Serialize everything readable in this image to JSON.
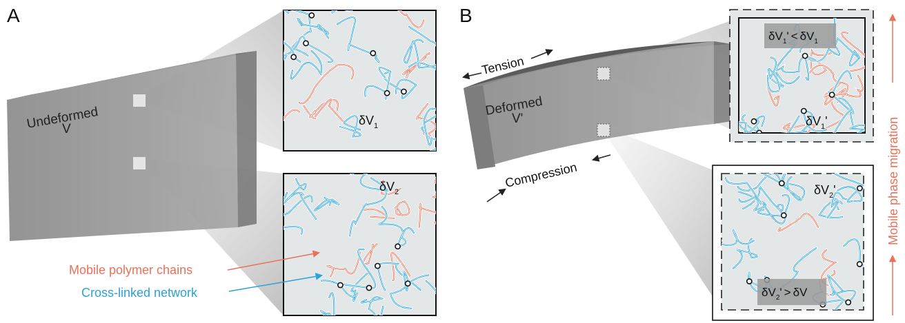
{
  "panels": [
    {
      "letter": "A"
    },
    {
      "letter": "B"
    }
  ],
  "panel_a": {
    "beam_label_line1": "Undeformed",
    "beam_label_line2": "V",
    "inset_top_label": "δV",
    "inset_top_sub": "1",
    "inset_bottom_label": "δV",
    "inset_bottom_sub": "2"
  },
  "panel_b": {
    "beam_label_line1": "Deformed",
    "beam_label_line2": "V'",
    "tension_label": "Tension",
    "compression_label": "Compression",
    "inset_top_label": "δV",
    "inset_top_sub": "1",
    "inset_top_prime": "'",
    "inset_top_box": {
      "lhs": "δV",
      "lhs_sub": "1",
      "lhs_prime": "'",
      "op": "<",
      "rhs": "δV",
      "rhs_sub": "1"
    },
    "inset_bottom_label": "δV",
    "inset_bottom_sub": "2",
    "inset_bottom_prime": "'",
    "inset_bottom_box": {
      "lhs": "δV",
      "lhs_sub": "2",
      "lhs_prime": "'",
      "op": ">",
      "rhs": "δV"
    }
  },
  "legend": {
    "mobile": "Mobile polymer chains",
    "crosslinked": "Cross-linked network"
  },
  "side_label": "Mobile phase migration",
  "colors": {
    "mobile": "#e8715a",
    "network": "#2aa3d6",
    "inset_bg": "#e4e7e8",
    "beam_front": "#8d8d8d",
    "beam_top": "#5f5f5f",
    "migration": "#e8715a"
  }
}
